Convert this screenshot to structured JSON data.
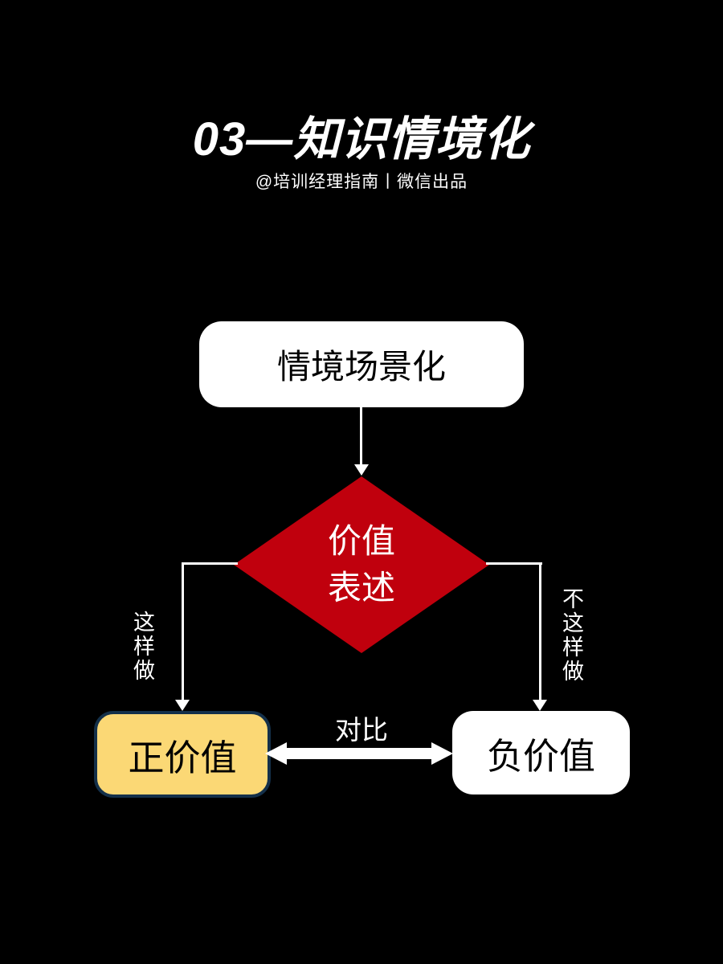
{
  "colors": {
    "background": "#000000",
    "diamond_red": "#C0000D",
    "positive_yellow": "#FBD875",
    "positive_border": "#14304A",
    "node_white": "#FFFFFF",
    "text_white": "#FFFFFF",
    "text_black": "#000000"
  },
  "header": {
    "title": "03—知识情境化",
    "subtitle": "@培训经理指南丨微信出品"
  },
  "flowchart": {
    "top_node": {
      "label": "情境场景化"
    },
    "decision_diamond": {
      "line1": "价值",
      "line2": "表述"
    },
    "left_branch": {
      "label": "这样做"
    },
    "right_branch": {
      "label": "不这样做"
    },
    "positive_node": {
      "label": "正价值"
    },
    "negative_node": {
      "label": "负价值"
    },
    "compare_arrow": {
      "label": "对比"
    }
  }
}
